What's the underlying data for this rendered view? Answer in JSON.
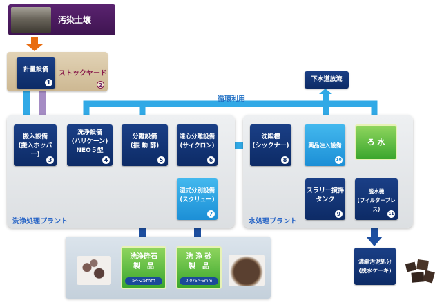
{
  "colors": {
    "navy": "#0d2b66",
    "light_blue": "#31a9e6",
    "green": "#4bb33a",
    "purple_box": "#4b1a5c",
    "beige": "#d8c6a6",
    "magenta_text": "#8a1d4b",
    "orange_arrow": "#e86d12"
  },
  "contaminated_soil": "汚染土壌",
  "stockyard_label": "ストックヤード",
  "stockyard_num": "2",
  "recycle_label": "循環利用",
  "sewer": "下水道放流",
  "wash_plant_label": "洗浄処理プラント",
  "water_plant_label": "水処理プラント",
  "steps": {
    "s1": {
      "label": "計量設備",
      "num": "1"
    },
    "s3": {
      "label": "搬入設備\n(搬入ホッパー)",
      "num": "3"
    },
    "s4": {
      "label": "洗浄設備\n(ハリケーン)\nNEO５型",
      "num": "4"
    },
    "s5": {
      "label": "分離設備\n(振 動 篩)",
      "num": "5"
    },
    "s6": {
      "label": "遠心分離設備\n(サイクロン)",
      "num": "6"
    },
    "s7": {
      "label": "湿式分別設備\n(スクリュー)",
      "num": "7"
    },
    "s8": {
      "label": "沈殿槽\n(シックナー)",
      "num": "8"
    },
    "s9": {
      "label": "スラリー撹拌\nタンク",
      "num": "9"
    },
    "s10": {
      "label": "薬品注入設備",
      "num": "10"
    },
    "s11": {
      "label": "脱水機\n(フィルタープレス)",
      "num": "11"
    },
    "ro": {
      "label": "ろ 水"
    }
  },
  "products": {
    "gravel": {
      "label": "洗浄砕石\n製　品",
      "size": "5～25mm"
    },
    "sand": {
      "label": "洗 浄 砂\n製　品",
      "size": "0.075～5mm"
    }
  },
  "sludge": "濃縮汚泥処分\n(脱水ケーキ)"
}
